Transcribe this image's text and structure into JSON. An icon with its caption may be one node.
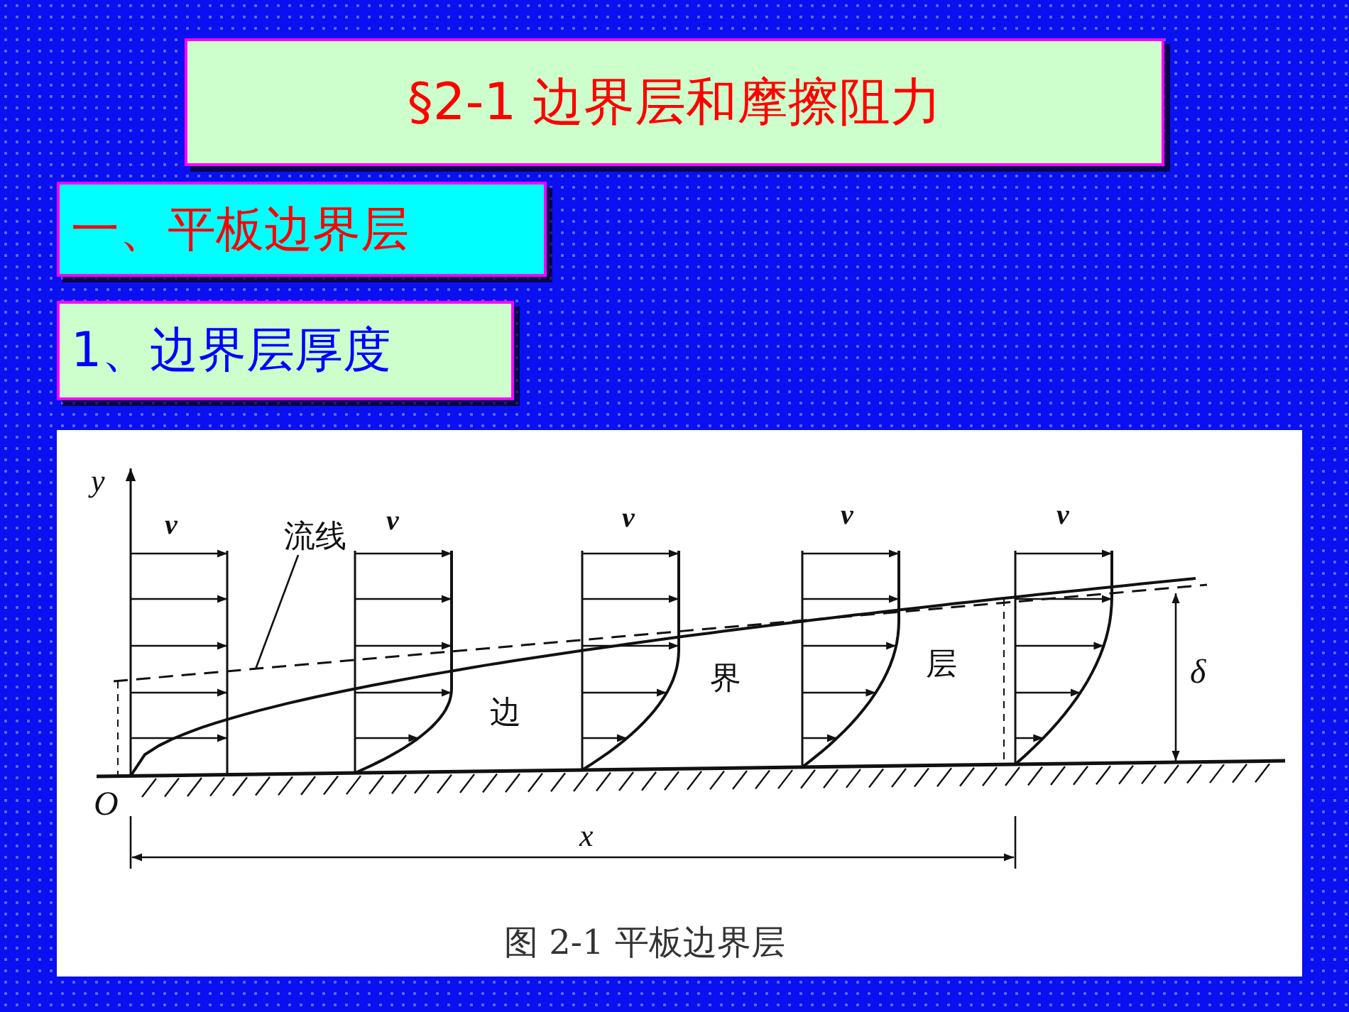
{
  "diagram": {
    "title": "§2-1 边界层和摩擦阻力",
    "nodes": [
      {
        "text": [
          "一、平板边界层"
        ]
      },
      {
        "text": [
          "1、边界层厚度"
        ]
      },
      {
        "text": [
          "流线"
        ]
      },
      {
        "text": [],
        "shape": "line"
      }
    ],
    "edges": [
      {
        "from": 2,
        "to": 3,
        "arrow": "none"
      }
    ],
    "labels": [
      "y",
      "v",
      "v",
      "v",
      "v",
      "v",
      "边",
      "界",
      "层",
      "δ",
      "O",
      "x"
    ],
    "caption": "图 2-1 平板边界层"
  }
}
